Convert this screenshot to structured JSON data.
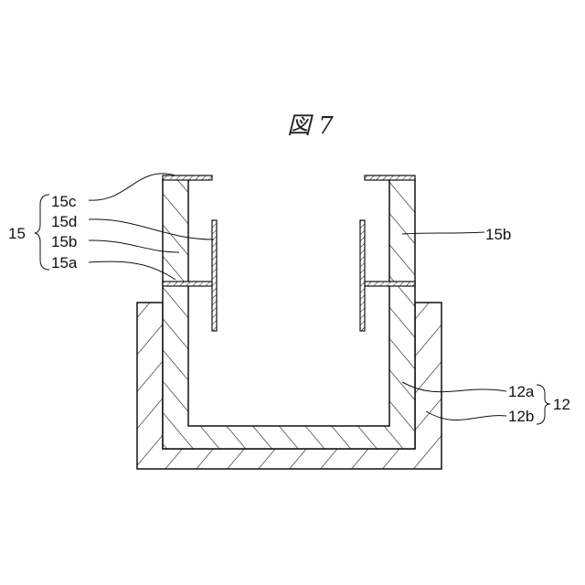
{
  "figure": {
    "title": "図 7"
  },
  "labels": {
    "l15c": "15c",
    "l15d": "15d",
    "l15b_left": "15b",
    "l15a": "15a",
    "g15": "15",
    "l15b_right": "15b",
    "l12a": "12a",
    "l12b": "12b",
    "g12": "12"
  }
}
